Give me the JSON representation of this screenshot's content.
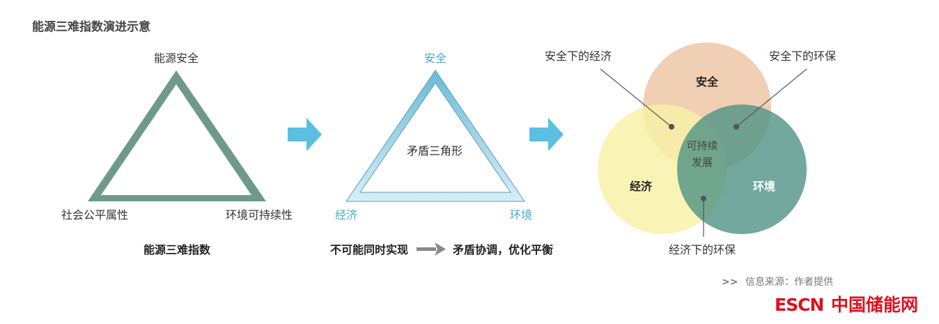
{
  "title": "能源三难指数演进示意",
  "panel1": {
    "top": "能源安全",
    "left": "社会公平属性",
    "right": "环境可持续性",
    "caption": "能源三难指数"
  },
  "panel2": {
    "top": "安全",
    "left": "经济",
    "right": "环境",
    "center": "矛盾三角形",
    "caption_left": "不可能同时实现",
    "caption_right": "矛盾协调，优化平衡"
  },
  "panel3": {
    "circle_security": "安全",
    "circle_economy": "经济",
    "circle_environment": "环境",
    "center_line1": "可持续",
    "center_line2": "发展",
    "callout_top_left": "安全下的经济",
    "callout_top_right": "安全下的环保",
    "callout_bottom": "经济下的环保"
  },
  "source": {
    "marker": ">>",
    "text": "信息来源：作者提供"
  },
  "logo": {
    "latin": "ESCN",
    "chinese": "中国储能网"
  },
  "colors": {
    "triangle1": "#6f9a8a",
    "triangle2": "#7cc4de",
    "arrow": "#5bbfe0",
    "security": "#f1cfb5",
    "economy": "#f8f0a6",
    "environment": "#4f9285",
    "logo": "#e0101e"
  }
}
